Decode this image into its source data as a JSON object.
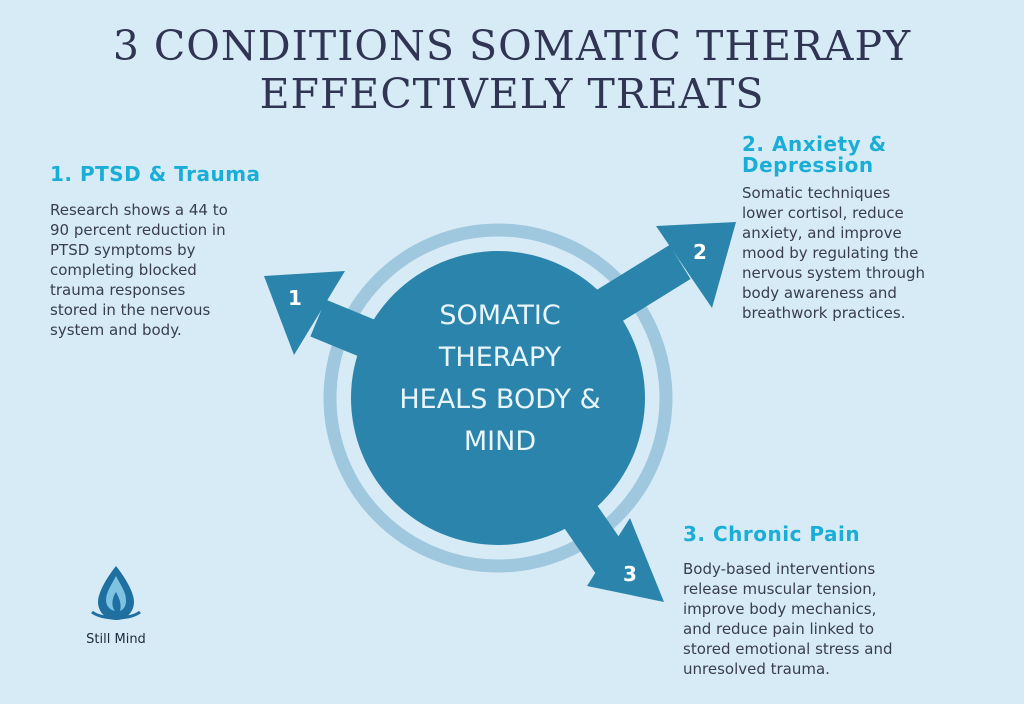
{
  "title": {
    "line1": "3 CONDITIONS SOMATIC THERAPY",
    "line2": "EFFECTIVELY TREATS"
  },
  "center": {
    "lines": [
      "SOMATIC",
      "THERAPY",
      "HEALS BODY &",
      "MIND"
    ]
  },
  "conditions": [
    {
      "number": "1",
      "heading": "1. PTSD & Trauma",
      "body_lines": [
        "Research shows a 44 to",
        "90 percent reduction in",
        "PTSD symptoms by",
        "completing blocked",
        "trauma responses",
        "stored in the nervous",
        "system and body."
      ]
    },
    {
      "number": "2",
      "heading_lines": [
        "2. Anxiety &",
        "Depression"
      ],
      "body_lines": [
        "Somatic techniques",
        "lower cortisol, reduce",
        "anxiety, and improve",
        "mood by regulating the",
        "nervous system through",
        "body awareness and",
        "breathwork practices."
      ]
    },
    {
      "number": "3",
      "heading": "3. Chronic Pain",
      "body_lines": [
        "Body-based interventions",
        "release muscular tension,",
        "improve body mechanics,",
        "and reduce pain linked to",
        "stored emotional stress and",
        "unresolved trauma."
      ]
    }
  ],
  "logo": {
    "name": "Still Mind",
    "icon": "water-drop-icon"
  },
  "colors": {
    "background": "#d7ebf6",
    "circle": "#2a84ab",
    "ring": "#9fc8df",
    "heading": "#1aaed6",
    "title": "#2f3552"
  }
}
